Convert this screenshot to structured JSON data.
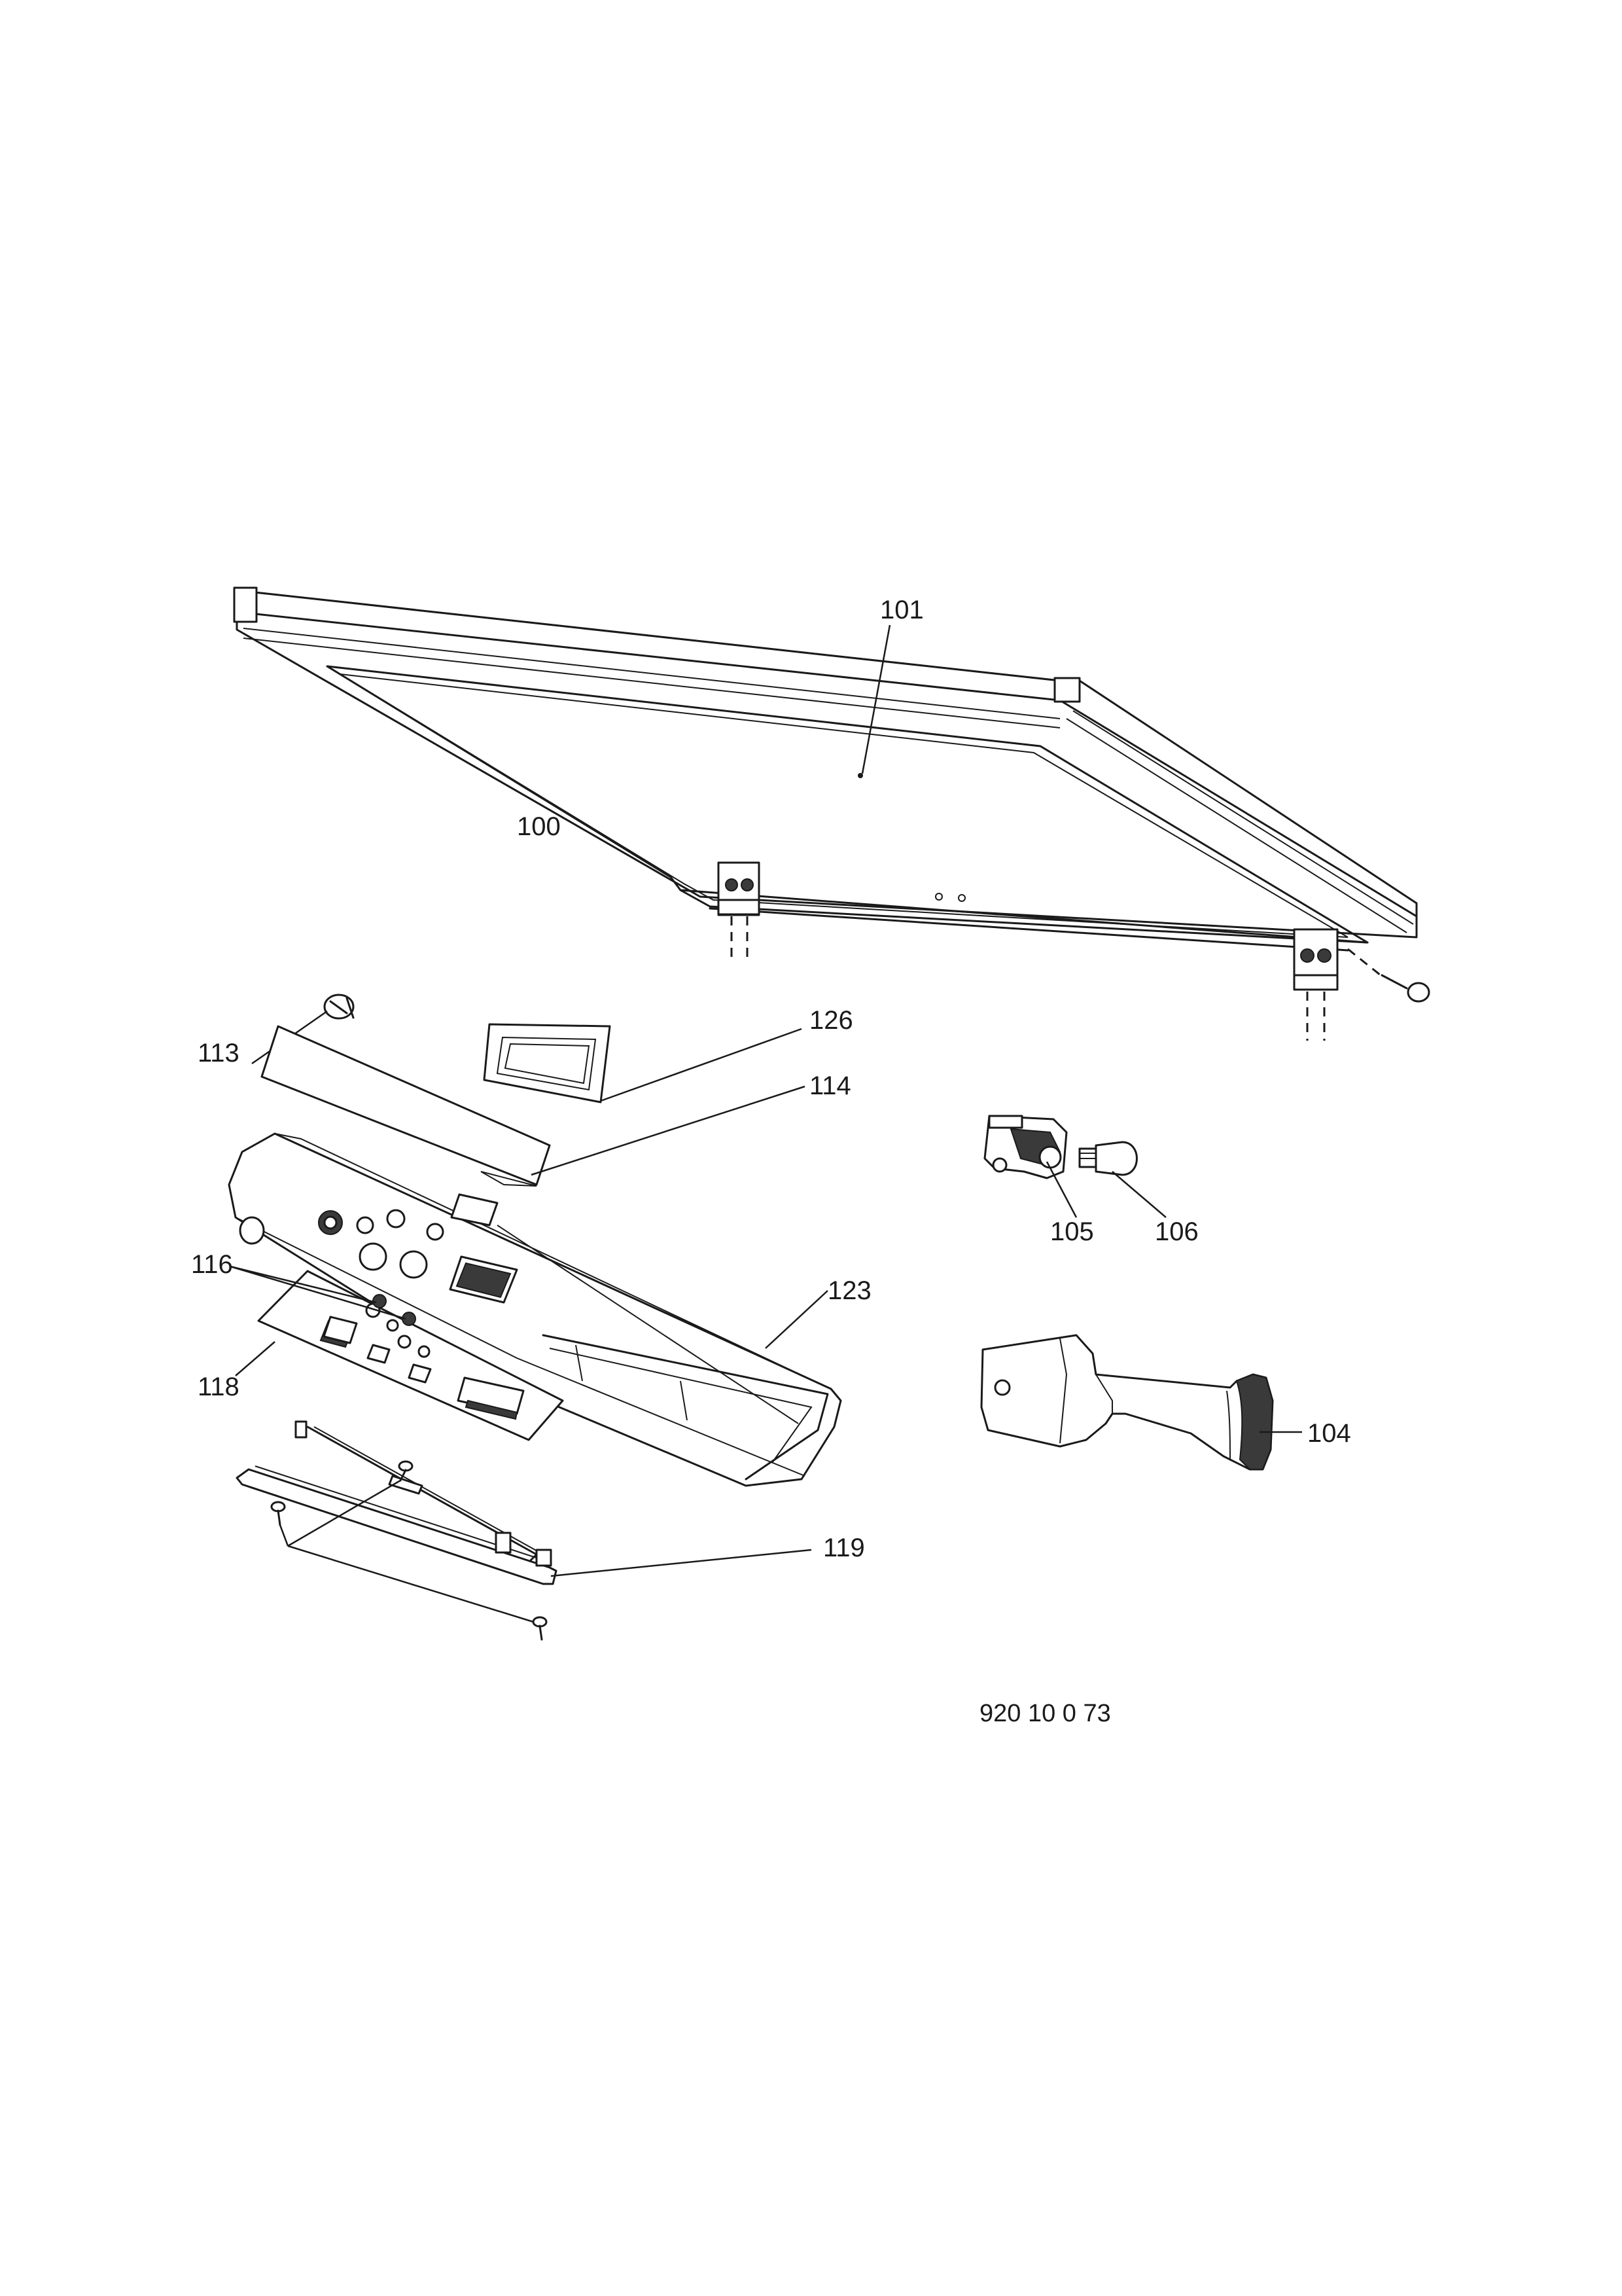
{
  "labels": {
    "p100": "100",
    "p101": "101",
    "p104": "104",
    "p105": "105",
    "p106": "106",
    "p113": "113",
    "p114": "114",
    "p116": "116",
    "p118": "118",
    "p119": "119",
    "p123": "123",
    "p126": "126"
  },
  "document_number": "920 10 0 73"
}
